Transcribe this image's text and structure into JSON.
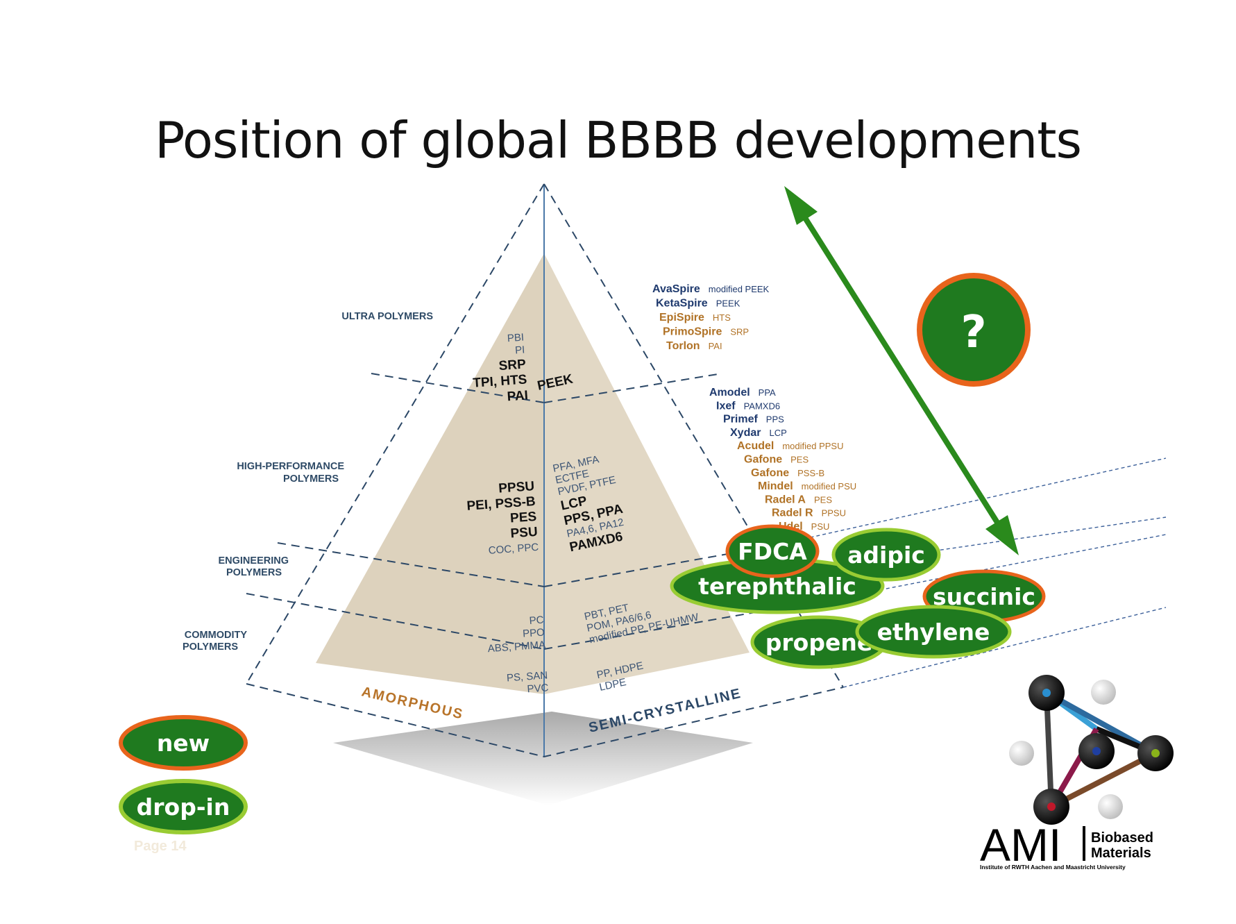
{
  "title": "Position of global BBBB developments",
  "page_number": "Page 14",
  "colors": {
    "pyramid_fill": "#ddd2bd",
    "guide_lines": "#2b4766",
    "green": "#1f7a1f",
    "arrow_green": "#2a8a1c",
    "new_border": "#e8641c",
    "dropin_border": "#99cc33",
    "brand_blue": "#1f3a6e",
    "brand_orange": "#b07226"
  },
  "tiers": {
    "ultra": "ULTRA POLYMERS",
    "high_1": "HIGH-PERFORMANCE",
    "high_2": "POLYMERS",
    "eng_1": "ENGINEERING",
    "eng_2": "POLYMERS",
    "com_1": "COMMODITY",
    "com_2": "POLYMERS"
  },
  "amorphous": {
    "label": "AMORPHOUS",
    "ultra": [
      "PBI",
      "PI",
      "SRP",
      "TPI, HTS",
      "PAI"
    ],
    "high": [
      "PPSU",
      "PEI, PSS-B",
      "PES",
      "PSU",
      "COC, PPC"
    ],
    "eng": [
      "PC",
      "PPO",
      "ABS, PMMA"
    ],
    "com": [
      "PS, SAN",
      "PVC"
    ]
  },
  "semicrystalline": {
    "label": "SEMI-CRYSTALLINE",
    "ultra": [
      "PEEK"
    ],
    "high": [
      "PFA, MFA",
      "ECTFE",
      "PVDF, PTFE",
      "LCP",
      "PPS, PPA",
      "PA4,6, PA12",
      "PAMXD6"
    ],
    "eng": [
      "PBT, PET",
      "POM, PA6/6,6",
      "modified PP, PE-UHMW"
    ],
    "com": [
      "PP, HDPE",
      "LDPE"
    ]
  },
  "brands_ultra": [
    {
      "name": "AvaSpire",
      "desc": "modified PEEK",
      "color": "blue"
    },
    {
      "name": "KetaSpire",
      "desc": "PEEK",
      "color": "blue"
    },
    {
      "name": "EpiSpire",
      "desc": "HTS",
      "color": "orange"
    },
    {
      "name": "PrimoSpire",
      "desc": "SRP",
      "color": "orange"
    },
    {
      "name": "Torlon",
      "desc": "PAI",
      "color": "orange"
    }
  ],
  "brands_high": [
    {
      "name": "Amodel",
      "desc": "PPA",
      "color": "blue"
    },
    {
      "name": "Ixef",
      "desc": "PAMXD6",
      "color": "blue"
    },
    {
      "name": "Primef",
      "desc": "PPS",
      "color": "blue"
    },
    {
      "name": "Xydar",
      "desc": "LCP",
      "color": "blue"
    },
    {
      "name": "Acudel",
      "desc": "modified PPSU",
      "color": "orange"
    },
    {
      "name": "Gafone",
      "desc": "PES",
      "color": "orange"
    },
    {
      "name": "Gafone",
      "desc": "PSS-B",
      "color": "orange"
    },
    {
      "name": "Mindel",
      "desc": "modified PSU",
      "color": "orange"
    },
    {
      "name": "Radel A",
      "desc": "PES",
      "color": "orange"
    },
    {
      "name": "Radel R",
      "desc": "PPSU",
      "color": "orange"
    },
    {
      "name": "Udel",
      "desc": "PSU",
      "color": "orange"
    }
  ],
  "chips": [
    {
      "label": "FDCA",
      "type": "new"
    },
    {
      "label": "adipic",
      "type": "drop-in"
    },
    {
      "label": "terephthalic",
      "type": "drop-in"
    },
    {
      "label": "succinic",
      "type": "new"
    },
    {
      "label": "propene",
      "type": "drop-in"
    },
    {
      "label": "ethylene",
      "type": "drop-in"
    }
  ],
  "question": "?",
  "legend": [
    {
      "label": "new",
      "type": "new"
    },
    {
      "label": "drop-in",
      "type": "drop-in"
    }
  ],
  "logo": {
    "big": "AMI",
    "line1": "Biobased",
    "line2": "Materials",
    "tagline": "Institute of RWTH Aachen and Maastricht University"
  }
}
